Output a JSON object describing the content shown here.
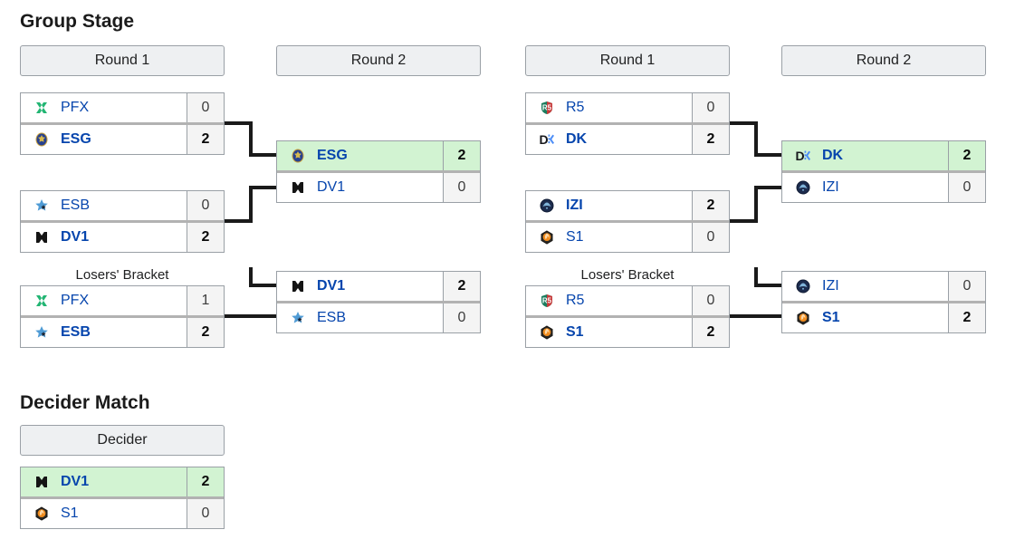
{
  "titles": {
    "group_stage": "Group Stage",
    "decider": "Decider Match"
  },
  "colors": {
    "highlight_green": "#d2f3d2",
    "team_link_blue": "#0645ad",
    "connector_black": "#1a1a1a",
    "header_bg": "#eef0f2",
    "score_cell_bg": "#f4f4f4",
    "box_border": "#9aa0a6"
  },
  "groups": [
    {
      "round1_header": "Round 1",
      "round2_header": "Round 2",
      "losers_label": "Losers' Bracket",
      "matches": [
        {
          "name": "round1-upper",
          "rows": [
            {
              "team": "PFX",
              "icon": "pfx-logo",
              "score": "0",
              "winner": false,
              "highlight": false
            },
            {
              "team": "ESG",
              "icon": "esg-logo",
              "score": "2",
              "winner": true,
              "highlight": false
            }
          ]
        },
        {
          "name": "round1-lower",
          "rows": [
            {
              "team": "ESB",
              "icon": "esb-logo",
              "score": "0",
              "winner": false,
              "highlight": false
            },
            {
              "team": "DV1",
              "icon": "dv1-logo",
              "score": "2",
              "winner": true,
              "highlight": false
            }
          ]
        },
        {
          "name": "round2-winners",
          "rows": [
            {
              "team": "ESG",
              "icon": "esg-logo",
              "score": "2",
              "winner": true,
              "highlight": true
            },
            {
              "team": "DV1",
              "icon": "dv1-logo",
              "score": "0",
              "winner": false,
              "highlight": false
            }
          ]
        },
        {
          "name": "losers-round1",
          "rows": [
            {
              "team": "PFX",
              "icon": "pfx-logo",
              "score": "1",
              "winner": false,
              "highlight": false
            },
            {
              "team": "ESB",
              "icon": "esb-logo",
              "score": "2",
              "winner": true,
              "highlight": false
            }
          ]
        },
        {
          "name": "round2-losers",
          "rows": [
            {
              "team": "DV1",
              "icon": "dv1-logo",
              "score": "2",
              "winner": true,
              "highlight": false
            },
            {
              "team": "ESB",
              "icon": "esb-logo",
              "score": "0",
              "winner": false,
              "highlight": false
            }
          ]
        }
      ]
    },
    {
      "round1_header": "Round 1",
      "round2_header": "Round 2",
      "losers_label": "Losers' Bracket",
      "matches": [
        {
          "name": "round1-upper",
          "rows": [
            {
              "team": "R5",
              "icon": "r5-logo",
              "score": "0",
              "winner": false,
              "highlight": false
            },
            {
              "team": "DK",
              "icon": "dk-logo",
              "score": "2",
              "winner": true,
              "highlight": false
            }
          ]
        },
        {
          "name": "round1-lower",
          "rows": [
            {
              "team": "IZI",
              "icon": "izi-logo",
              "score": "2",
              "winner": true,
              "highlight": false
            },
            {
              "team": "S1",
              "icon": "s1-logo",
              "score": "0",
              "winner": false,
              "highlight": false
            }
          ]
        },
        {
          "name": "round2-winners",
          "rows": [
            {
              "team": "DK",
              "icon": "dk-logo",
              "score": "2",
              "winner": true,
              "highlight": true
            },
            {
              "team": "IZI",
              "icon": "izi-logo",
              "score": "0",
              "winner": false,
              "highlight": false
            }
          ]
        },
        {
          "name": "losers-round1",
          "rows": [
            {
              "team": "R5",
              "icon": "r5-logo",
              "score": "0",
              "winner": false,
              "highlight": false
            },
            {
              "team": "S1",
              "icon": "s1-logo",
              "score": "2",
              "winner": true,
              "highlight": false
            }
          ]
        },
        {
          "name": "round2-losers",
          "rows": [
            {
              "team": "IZI",
              "icon": "izi-logo",
              "score": "0",
              "winner": false,
              "highlight": false
            },
            {
              "team": "S1",
              "icon": "s1-logo",
              "score": "2",
              "winner": true,
              "highlight": false
            }
          ]
        }
      ]
    }
  ],
  "decider": {
    "header": "Decider",
    "rows": [
      {
        "team": "DV1",
        "icon": "dv1-logo",
        "score": "2",
        "winner": true,
        "highlight": true
      },
      {
        "team": "S1",
        "icon": "s1-logo",
        "score": "0",
        "winner": false,
        "highlight": false
      }
    ]
  }
}
